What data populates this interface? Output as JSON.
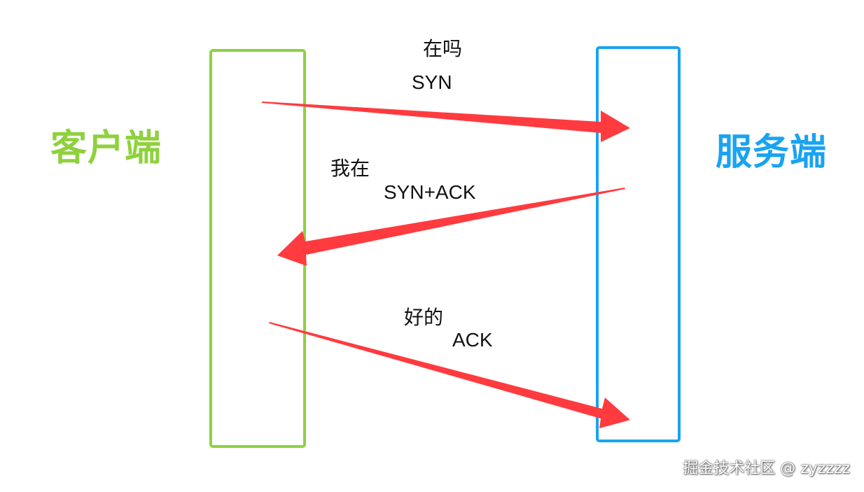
{
  "colors": {
    "client": "#8fd13d",
    "server": "#1aa3f0",
    "arrow": "#ff3b3f",
    "text": "#111111"
  },
  "client": {
    "label": "客户端"
  },
  "server": {
    "label": "服务端"
  },
  "messages": [
    {
      "meaning": "在吗",
      "flag": "SYN",
      "direction": "client-to-server"
    },
    {
      "meaning": "我在",
      "flag": "SYN+ACK",
      "direction": "server-to-client"
    },
    {
      "meaning": "好的",
      "flag": "ACK",
      "direction": "client-to-server"
    }
  ],
  "watermark": "掘金技术社区 @ zyzzzz"
}
